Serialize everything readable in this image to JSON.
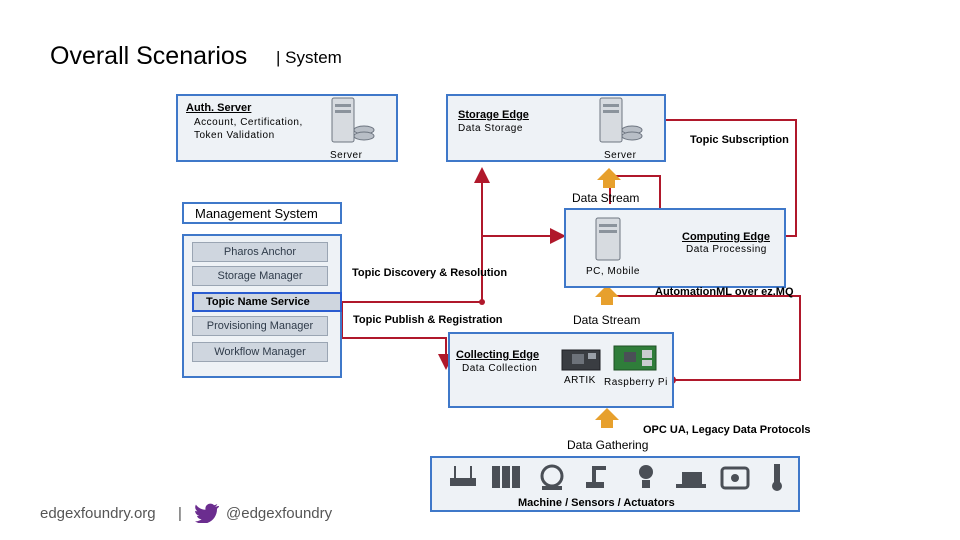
{
  "title": "Overall Scenarios",
  "subtitle": "| System",
  "auth": {
    "title": "Auth. Server",
    "desc1": "Account,  Certification,",
    "desc2": "Token Validation",
    "server": "Server"
  },
  "storage": {
    "title": "Storage Edge",
    "desc": "Data Storage",
    "server": "Server"
  },
  "topic_subscription": "Topic Subscription",
  "data_stream_top": "Data Stream",
  "management": {
    "title": "Management System",
    "items": [
      "Pharos Anchor",
      "Storage Manager",
      "Topic Name Service",
      "Provisioning Manager",
      "Workflow Manager"
    ]
  },
  "computing": {
    "title": "Computing Edge",
    "desc": "Data Processing",
    "device": "PC, Mobile"
  },
  "topic_discovery": "Topic Discovery & Resolution",
  "automationml": "AutomationML over ez.MQ",
  "topic_publish": "Topic Publish & Registration",
  "data_stream_mid": "Data Stream",
  "collecting": {
    "title": "Collecting Edge",
    "desc": "Data Collection",
    "artik": "ARTIK",
    "rpi": "Raspberry Pi"
  },
  "opc": "OPC UA, Legacy Data Protocols",
  "data_gathering": "Data Gathering",
  "machines": "Machine / Sensors / Actuators",
  "footer": {
    "site": "edgexfoundry.org",
    "sep": "|",
    "handle": "@edgexfoundry"
  },
  "colors": {
    "box_border": "#3f78c9",
    "box_fill": "#eef2f6",
    "arrow": "#b0182b",
    "highlight": "#2a5cd0"
  }
}
